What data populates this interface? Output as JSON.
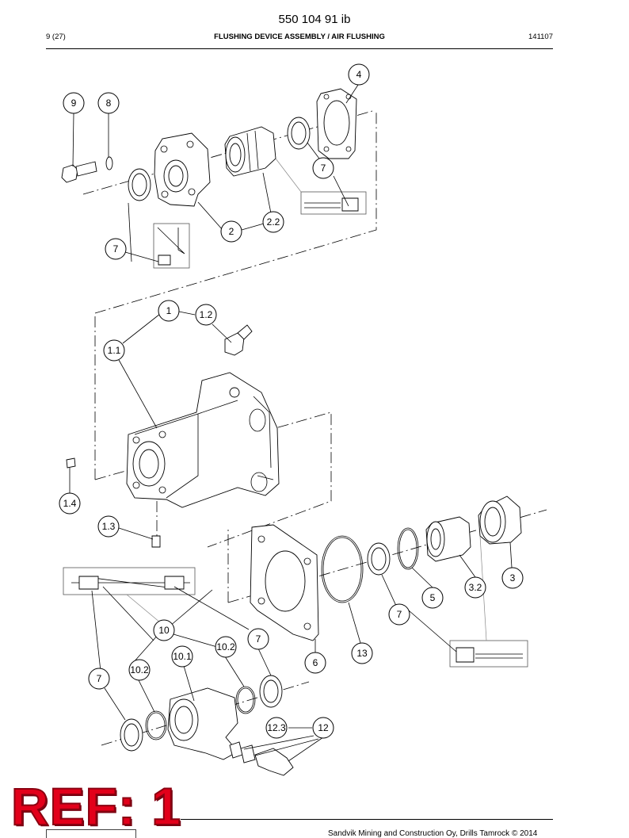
{
  "header": {
    "doc_number": "550 104 91 ib",
    "page": "9 (27)",
    "title": "FLUSHING DEVICE ASSEMBLY / AIR FLUSHING",
    "date": "141107"
  },
  "footer": {
    "text": "Sandvik Mining and Construction Oy, Drills Tamrock © 2014"
  },
  "stamp": {
    "text": "REF: 1",
    "color": "#e2001a"
  },
  "callouts": [
    {
      "id": "c-9",
      "label": "9"
    },
    {
      "id": "c-8",
      "label": "8"
    },
    {
      "id": "c-4",
      "label": "4"
    },
    {
      "id": "c-7a",
      "label": "7"
    },
    {
      "id": "c-2",
      "label": "2"
    },
    {
      "id": "c-2-2",
      "label": "2.2"
    },
    {
      "id": "c-7b",
      "label": "7"
    },
    {
      "id": "c-1",
      "label": "1"
    },
    {
      "id": "c-1-2",
      "label": "1.2"
    },
    {
      "id": "c-1-1",
      "label": "1.1"
    },
    {
      "id": "c-1-4",
      "label": "1.4"
    },
    {
      "id": "c-1-3",
      "label": "1.3"
    },
    {
      "id": "c-3",
      "label": "3"
    },
    {
      "id": "c-3-2",
      "label": "3.2"
    },
    {
      "id": "c-5",
      "label": "5"
    },
    {
      "id": "c-7c",
      "label": "7"
    },
    {
      "id": "c-13",
      "label": "13"
    },
    {
      "id": "c-6",
      "label": "6"
    },
    {
      "id": "c-10",
      "label": "10"
    },
    {
      "id": "c-10-2a",
      "label": "10.2"
    },
    {
      "id": "c-7d",
      "label": "7"
    },
    {
      "id": "c-10-1",
      "label": "10.1"
    },
    {
      "id": "c-10-2b",
      "label": "10.2"
    },
    {
      "id": "c-7e",
      "label": "7"
    },
    {
      "id": "c-12-3",
      "label": "12.3"
    },
    {
      "id": "c-12",
      "label": "12"
    }
  ]
}
